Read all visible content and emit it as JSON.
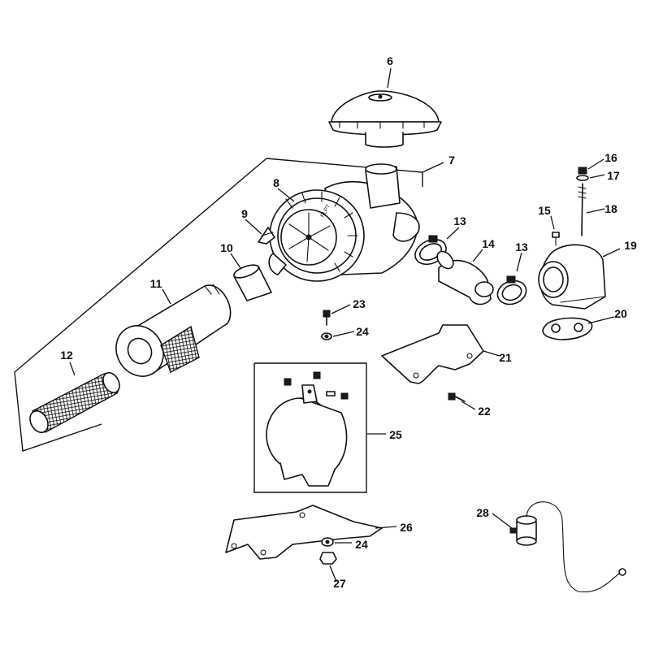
{
  "callouts": {
    "c6": "6",
    "c7": "7",
    "c8": "8",
    "c9": "9",
    "c10": "10",
    "c11": "11",
    "c12": "12",
    "c13a": "13",
    "c13b": "13",
    "c14": "14",
    "c15": "15",
    "c16": "16",
    "c17": "17",
    "c18": "18",
    "c19": "19",
    "c20": "20",
    "c21": "21",
    "c22": "22",
    "c23": "23",
    "c24a": "24",
    "c24b": "24",
    "c25": "25",
    "c26": "26",
    "c27": "27",
    "c28": "28"
  },
  "air_cleaner_cover_text": "FLPT"
}
